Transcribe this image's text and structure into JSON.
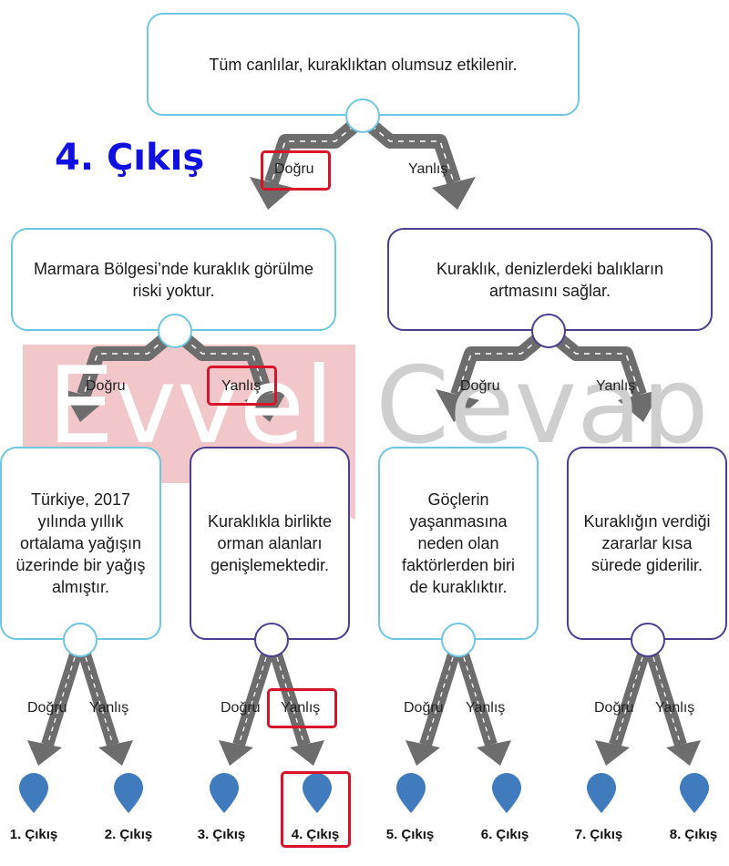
{
  "colors": {
    "highlight": "#d9142a",
    "pin": "#3f7bbd",
    "road": "#6d6d6d",
    "title": "#1010e0"
  },
  "result_title": "4. Çıkış",
  "watermark": {
    "left": "Evvel",
    "right": "Cevap"
  },
  "root": {
    "text": "Tüm canlılar, kuraklıktan olumsuz etkilenir."
  },
  "level1": [
    {
      "text": "Marmara Bölgesi’nde kuraklık görülme riski yoktur."
    },
    {
      "text": "Kuraklık, denizlerdeki balıkların artmasını sağlar."
    }
  ],
  "level2": [
    {
      "text": "Türkiye, 2017 yılında yıllık ortalama yağışın üzerinde bir yağış almıştır."
    },
    {
      "text": "Kuraklıkla birlikte orman alanları genişlemektedir."
    },
    {
      "text": "Göçlerin yaşanmasına neden olan faktörlerden biri de kuraklıktır."
    },
    {
      "text": "Kuraklığın verdiği zararlar kısa sürede giderilir."
    }
  ],
  "answers": {
    "true": "Doğru",
    "false": "Yanlış"
  },
  "exits": [
    "1. Çıkış",
    "2. Çıkış",
    "3. Çıkış",
    "4. Çıkış",
    "5. Çıkış",
    "6. Çıkış",
    "7. Çıkış",
    "8. Çıkış"
  ]
}
